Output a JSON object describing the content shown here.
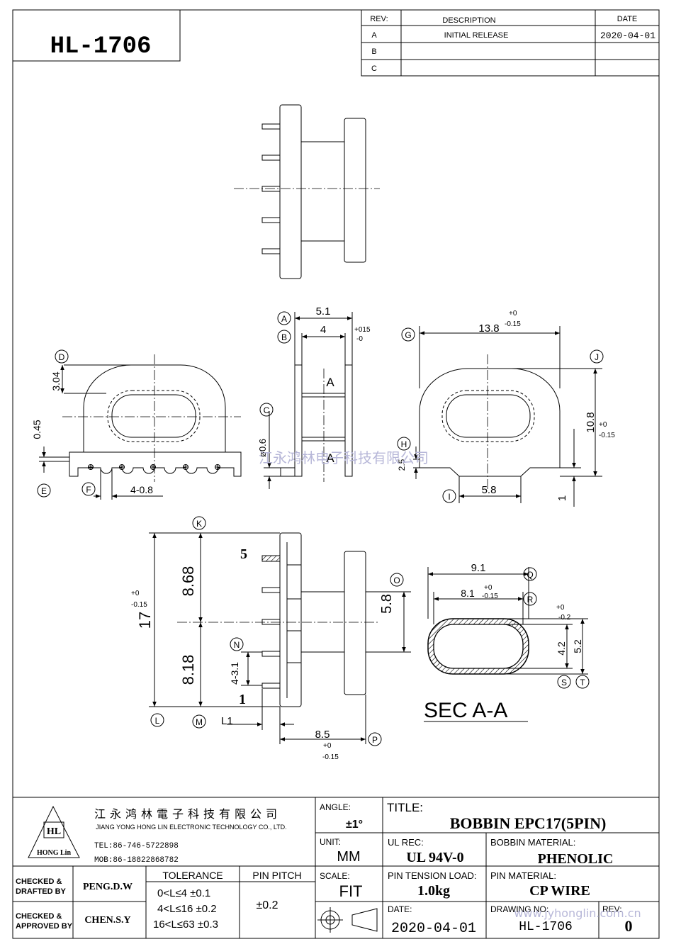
{
  "header": {
    "part_number": "HL-1706"
  },
  "revision": {
    "col_rev": "REV:",
    "col_description": "DESCRIPTION",
    "col_date": "DATE",
    "rows": [
      {
        "rev": "A",
        "description": "INITIAL RELEASE",
        "date": "2020-04-01"
      },
      {
        "rev": "B",
        "description": "",
        "date": ""
      },
      {
        "rev": "C",
        "description": "",
        "date": ""
      }
    ]
  },
  "drawing": {
    "section_label": "SEC A-A",
    "section_mark": "A",
    "refs": {
      "A": "A",
      "B": "B",
      "C": "C",
      "D": "D",
      "E": "E",
      "F": "F",
      "G": "G",
      "H": "H",
      "I": "I",
      "J": "J",
      "K": "K",
      "L": "L",
      "M": "M",
      "N": "N",
      "O": "O",
      "P": "P",
      "Q": "Q",
      "R": "R",
      "S": "S",
      "T": "T"
    },
    "pin_labels": {
      "top": "5",
      "bottom": "1"
    },
    "dims": {
      "width_outer": "5.1",
      "width_inner": "4",
      "width_inner_tol_plus": "+015",
      "width_inner_tol_minus": "-0",
      "pin_diameter": "ø0.6",
      "top_height": "3.04",
      "base_step": "0.45",
      "pin_pitch": "4-0.8",
      "overall_width": "13.8",
      "overall_width_tol_plus": "+0",
      "overall_width_tol_minus": "-0.15",
      "overall_height": "10.8",
      "overall_height_tol_plus": "+0",
      "overall_height_tol_minus": "-0.15",
      "base_notch": "2.5",
      "notch_width": "5.8",
      "standoff": "1",
      "length": "17",
      "length_tol_plus": "+0",
      "length_tol_minus": "-0.15",
      "upper_offset": "8.68",
      "lower_offset": "8.18",
      "pin_spacing": "4-3.1",
      "l1": "L1",
      "depth": "8.5",
      "depth_tol_plus": "+0",
      "depth_tol_minus": "-0.15",
      "core_height": "5.8",
      "section_outer_width": "9.1",
      "section_inner_width": "8.1",
      "section_inner_width_tol_plus": "+0",
      "section_inner_width_tol_minus": "-0.15",
      "section_height_tol_plus": "+0",
      "section_height_tol_minus": "-0.2",
      "section_inner_height": "4.2",
      "section_outer_height": "5.2"
    }
  },
  "title_block": {
    "logo_mark": "HL",
    "logo_text": "HONG Lin",
    "company_cn": "江永鸿林電子科技有限公司",
    "company_en": "JIANG YONG HONG LIN ELECTRONIC TECHNOLOGY CO., LTD.",
    "tel": "TEL:86-746-5722898",
    "mob": "MOB:86-18822868782",
    "checked_drafted_1": "CHECKED &",
    "checked_drafted_2": "DRAFTED BY",
    "drafter": "PENG.D.W",
    "checked_approved_1": "CHECKED &",
    "checked_approved_2": "APPROVED BY",
    "approver": "CHEN.S.Y",
    "tolerance_header": "TOLERANCE",
    "tolerance_rows": [
      "0<L≤4  ±0.1",
      "4<L≤16 ±0.2",
      "16<L≤63 ±0.3"
    ],
    "pin_pitch_header": "PIN PITCH",
    "pin_pitch_value": "±0.2",
    "angle_label": "ANGLE:",
    "angle_value": "±1°",
    "unit_label": "UNIT:",
    "unit_value": "MM",
    "scale_label": "SCALE:",
    "scale_value": "FIT",
    "title_label": "TITLE:",
    "title_value": "BOBBIN  EPC17(5PIN)",
    "ul_rec_label": "UL REC:",
    "ul_rec_value": "UL 94V-0",
    "bobbin_material_label": "BOBBIN MATERIAL:",
    "bobbin_material_value": "PHENOLIC",
    "pin_tension_label": "PIN TENSION LOAD:",
    "pin_tension_value": "1.0kg",
    "pin_material_label": "PIN MATERIAL:",
    "pin_material_value": "CP WIRE",
    "date_label": "DATE:",
    "date_value": "2020-04-01",
    "drawing_no_label": "DRAWING NO:",
    "drawing_no_value": "HL-1706",
    "rev_label": "REV:",
    "rev_value": "0"
  },
  "watermark": {
    "company": "江永鸿林电子科技有限公司",
    "url": "www.jyhonglin.com.cn"
  }
}
